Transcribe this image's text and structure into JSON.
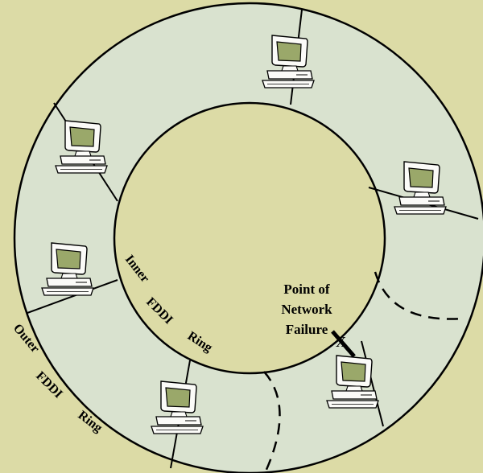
{
  "colors": {
    "background": "#dcdba6",
    "ring_fill": "#d9e2cf",
    "line": "#000000",
    "screen": "#9aa86a",
    "monitor_body": "#fbfbf8"
  },
  "labels": {
    "inner_ring_words": [
      "Inner",
      "FDDI",
      "Ring"
    ],
    "outer_ring_words": [
      "Outer",
      "FDDI",
      "Ring"
    ],
    "failure_lines": [
      "Point of",
      "Network",
      "Failure"
    ],
    "failure_mark": "X"
  },
  "icons": {
    "workstation": "computer-workstation-icon"
  }
}
